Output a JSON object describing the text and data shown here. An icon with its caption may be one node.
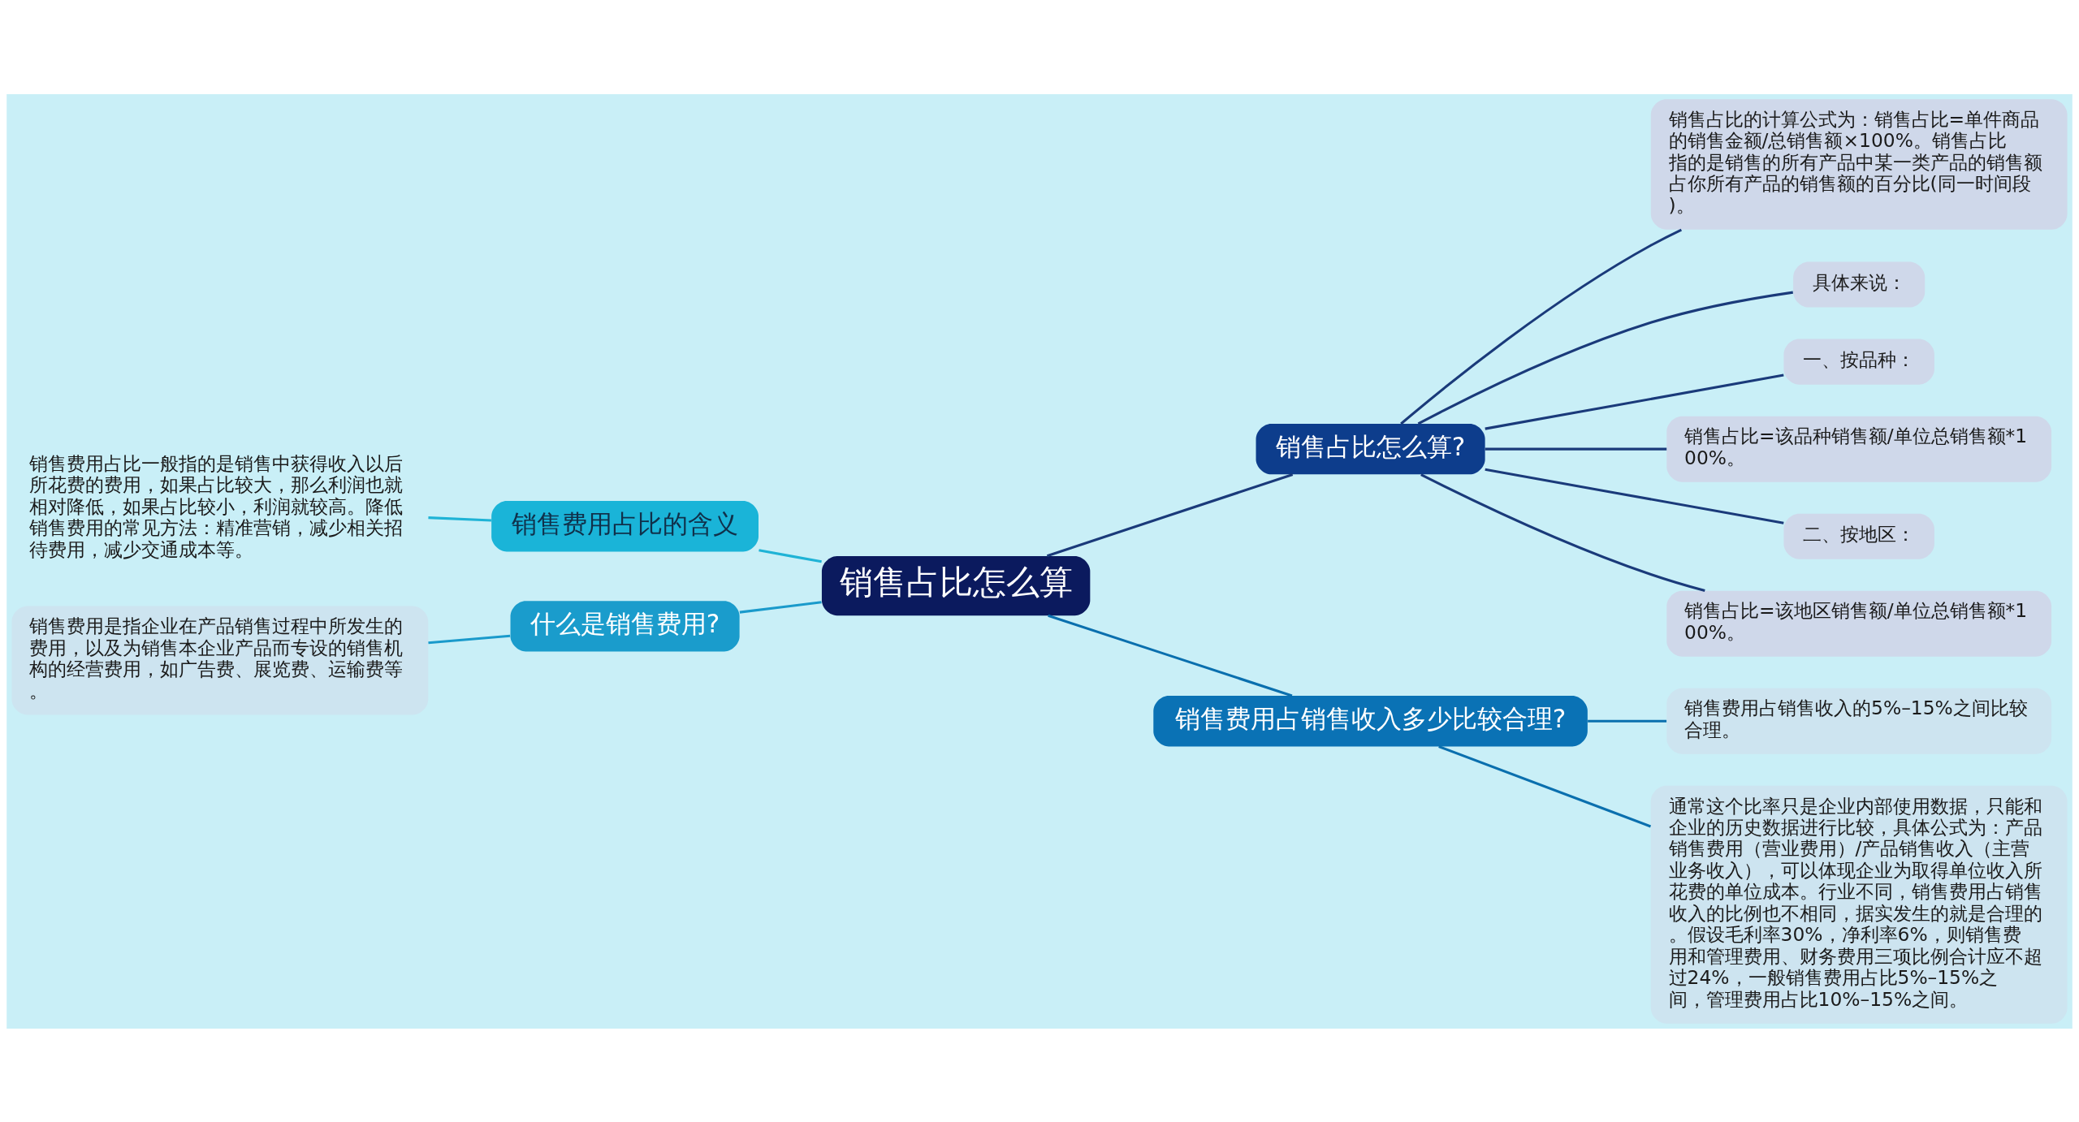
{
  "diagram": {
    "nodes": [
      {
        "text": [
          "销售占比怎么算"
        ]
      },
      {
        "text": [
          "销售占比怎么算?"
        ]
      },
      {
        "text": [
          "销售占比的计算公式为：销售占比=单件商品的销售金额/总销售额×100%。销售占比指的是销售的所有产品中某一类产品的销售额占你所有产品的销售额的百分比(同一时间段)。"
        ]
      },
      {
        "text": [
          "具体来说："
        ]
      },
      {
        "text": [
          "一、按品种："
        ]
      },
      {
        "text": [
          "销售占比=该品种销售额/单位总销售额*100%。"
        ]
      },
      {
        "text": [
          "二、按地区："
        ]
      },
      {
        "text": [
          "销售占比=该地区销售额/单位总销售额*100%。"
        ]
      },
      {
        "text": [
          "销售费用占销售收入多少比较合理?"
        ]
      },
      {
        "text": [
          "销售费用占销售收入的5%–15%之间比较合理。"
        ]
      },
      {
        "text": [
          "通常这个比率只是企业内部使用数据，只能和企业的历史数据进行比较，具体公式为：产品销售费用（营业费用）/产品销售收入（主营业务收入），可以体现企业为取得单位收入所花费的单位成本。行业不同，销售费用占销售收入的比例也不相同，据实发生的就是合理的。假设毛利率30%，净利率6%，则销售费用和管理费用、财务费用三项比例合计应不超过24%，一般销售费用占比5%–15%之间，管理费用占比10%–15%之间。"
        ]
      },
      {
        "text": [
          "销售费用占比的含义"
        ]
      },
      {
        "text": [
          "销售费用占比一般指的是销售中获得收入以后所花费的费用，如果占比较大，那么利润也就相对降低，如果占比较小，利润就较高。降低销售费用的常见方法：精准营销，减少相关招待费用，减少交通成本等。"
        ]
      },
      {
        "text": [
          "什么是销售费用?"
        ]
      },
      {
        "text": [
          "销售费用是指企业在产品销售过程中所发生的费用，以及为销售本企业产品而专设的销售机构的经营费用，如广告费、展览费、运输费等。"
        ]
      }
    ],
    "edges": [
      {
        "from": 0,
        "to": 1,
        "arrow": "none"
      },
      {
        "from": 1,
        "to": 2,
        "arrow": "none"
      },
      {
        "from": 1,
        "to": 3,
        "arrow": "none"
      },
      {
        "from": 1,
        "to": 4,
        "arrow": "none"
      },
      {
        "from": 1,
        "to": 5,
        "arrow": "none"
      },
      {
        "from": 1,
        "to": 6,
        "arrow": "none"
      },
      {
        "from": 1,
        "to": 7,
        "arrow": "none"
      },
      {
        "from": 0,
        "to": 8,
        "arrow": "none",
        "color": "#0a6fae"
      },
      {
        "from": 8,
        "to": 9,
        "arrow": "none",
        "color": "#0a6fae"
      },
      {
        "from": 8,
        "to": 10,
        "arrow": "none",
        "color": "#0a6fae"
      },
      {
        "from": 11,
        "to": 0,
        "arrow": "none",
        "color": "#1fb3d6"
      },
      {
        "from": 12,
        "to": 11,
        "arrow": "none",
        "color": "#1fb3d6"
      },
      {
        "from": 13,
        "to": 0,
        "arrow": "none",
        "color": "#1a9acb"
      },
      {
        "from": 14,
        "to": 13,
        "arrow": "none",
        "color": "#1a9acb"
      }
    ]
  }
}
